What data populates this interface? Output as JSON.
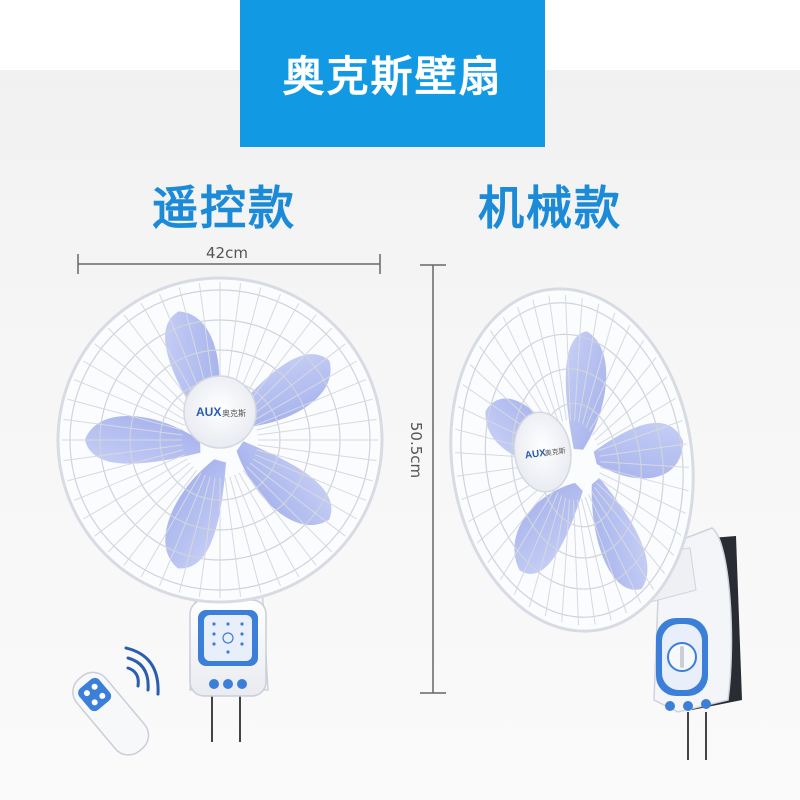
{
  "title": "奥克斯壁扇",
  "variants": {
    "remote": {
      "label": "遥控款"
    },
    "mechanical": {
      "label": "机械款"
    }
  },
  "dimensions": {
    "width": "42cm",
    "height": "50.5cm"
  },
  "brand": {
    "logo_text": "AUX",
    "logo_cn": "奥克斯"
  },
  "colors": {
    "accent": "#1299e3",
    "blade": "#aab6ef",
    "label": "#1b8ad7"
  }
}
